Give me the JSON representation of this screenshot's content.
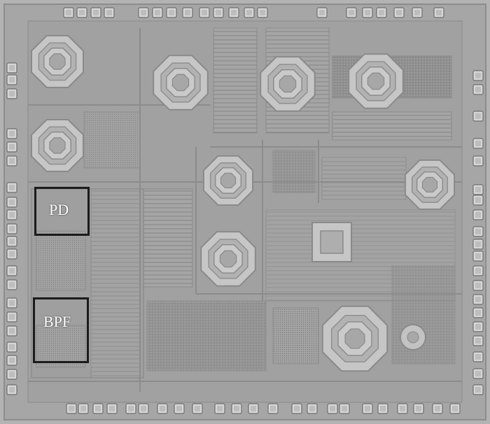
{
  "image": {
    "subject": "chip-die-micrograph",
    "colors": {
      "die": "#a6a6a6",
      "pad": "#d8d8d8",
      "inductor": "#c4c4c4",
      "wiring": "#8e8e8e",
      "box": "#1b1b1b",
      "label": "#ffffff"
    }
  },
  "regions": [
    {
      "id": "pd",
      "label": "PD"
    },
    {
      "id": "bpf",
      "label": "BPF"
    }
  ]
}
